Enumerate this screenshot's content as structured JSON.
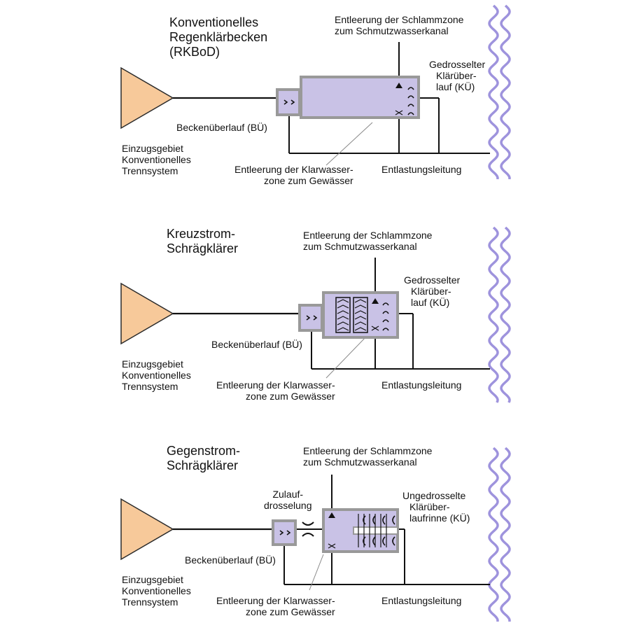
{
  "colors": {
    "catchment_fill": "#f7c99a",
    "catchment_stroke": "#2a2a2a",
    "tank_fill": "#c9c2e6",
    "tank_border": "#999999",
    "pipe": "#111111",
    "river": "#9e93dd"
  },
  "panels": [
    {
      "title": [
        "Konventionelles",
        "Regenklärbecken",
        "(RKBoD)"
      ],
      "sludge_label": [
        "Entleerung der Schlammzone",
        "zum Schmutzwasserkanal"
      ],
      "overflow_right_label": [
        "Gedrosselter",
        "Klärüber-",
        "lauf (KÜ)"
      ],
      "basin_overflow_label": "Beckenüberlauf (BÜ)",
      "catchment_label": [
        "Einzugsgebiet",
        "Konventionelles",
        "Trennsystem"
      ],
      "clearwater_label": [
        "Entleerung der Klarwasser-",
        "zone zum Gewässer"
      ],
      "relief_label": "Entlastungsleitung"
    },
    {
      "title": [
        "Kreuzstrom-",
        "Schrägklärer"
      ],
      "sludge_label": [
        "Entleerung der Schlammzone",
        "zum Schmutzwasserkanal"
      ],
      "overflow_right_label": [
        "Gedrosselter",
        "Klärüber-",
        "lauf (KÜ)"
      ],
      "basin_overflow_label": "Beckenüberlauf (BÜ)",
      "catchment_label": [
        "Einzugsgebiet",
        "Konventionelles",
        "Trennsystem"
      ],
      "clearwater_label": [
        "Entleerung der Klarwasser-",
        "zone zum Gewässer"
      ],
      "relief_label": "Entlastungsleitung"
    },
    {
      "title": [
        "Gegenstrom-",
        "Schrägklärer"
      ],
      "inflow_throttle_label": [
        "Zulauf-",
        "drosselung"
      ],
      "sludge_label": [
        "Entleerung der Schlammzone",
        "zum Schmutzwasserkanal"
      ],
      "overflow_right_label": [
        "Ungedrosselte",
        "Klärüber-",
        "laufrinne (KÜ)"
      ],
      "basin_overflow_label": "Beckenüberlauf (BÜ)",
      "catchment_label": [
        "Einzugsgebiet",
        "Konventionelles",
        "Trennsystem"
      ],
      "clearwater_label": [
        "Entleerung der Klarwasser-",
        "zone zum Gewässer"
      ],
      "relief_label": "Entlastungsleitung"
    }
  ]
}
